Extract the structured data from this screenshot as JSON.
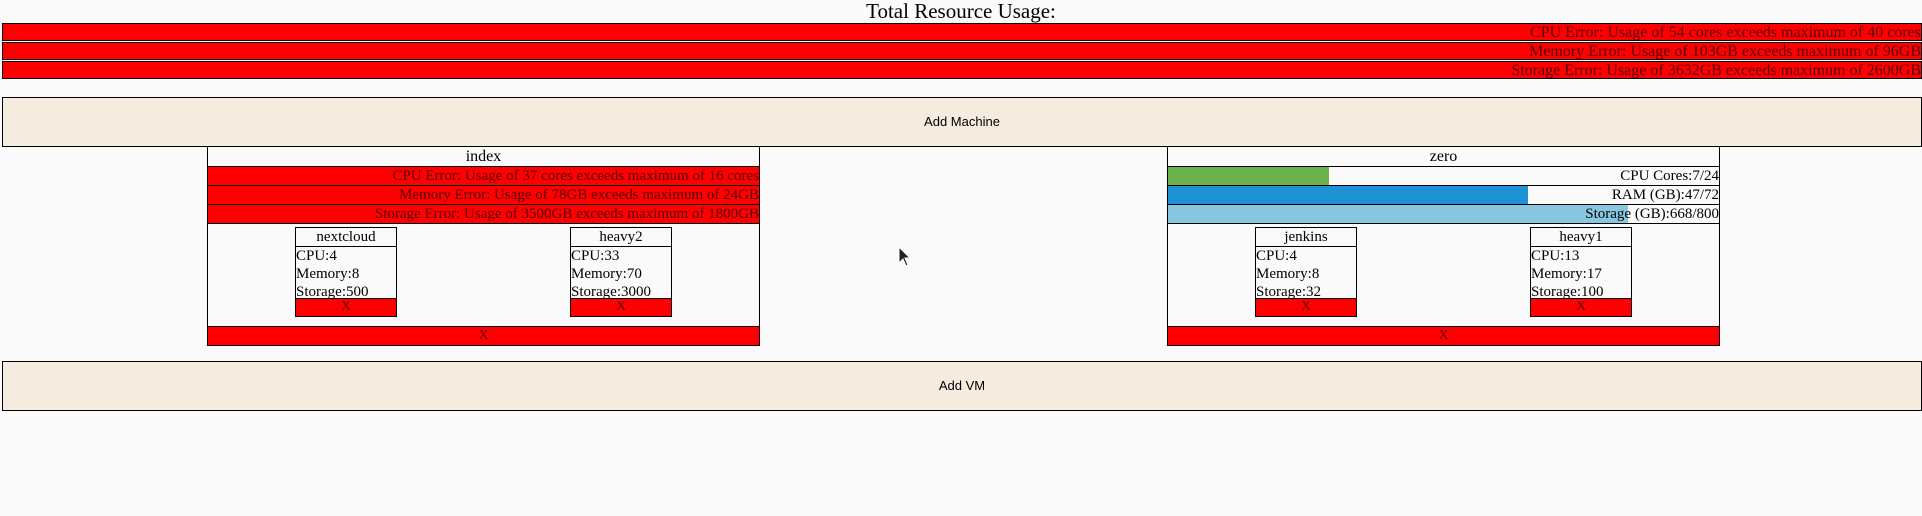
{
  "total": {
    "title": "Total Resource Usage:",
    "errors": [
      "CPU Error: Usage of 54 cores exceeds maximum of 40 cores",
      "Memory Error: Usage of 103GB exceeds maximum of 96GB",
      "Storage Error: Usage of 3632GB exceeds maximum of 2600GB"
    ]
  },
  "buttons": {
    "add_machine": "Add Machine",
    "add_vm": "Add VM"
  },
  "machines": [
    {
      "name": "index",
      "errors": [
        "CPU Error: Usage of 37 cores exceeds maximum of 16 cores",
        "Memory Error: Usage of 78GB exceeds maximum of 24GB",
        "Storage Error: Usage of 3500GB exceeds maximum of 1800GB"
      ],
      "vms": [
        {
          "name": "nextcloud",
          "cpu": "CPU:4",
          "memory": "Memory:8",
          "storage": "Storage:500",
          "remove": "X"
        },
        {
          "name": "heavy2",
          "cpu": "CPU:33",
          "memory": "Memory:70",
          "storage": "Storage:3000",
          "remove": "X"
        }
      ],
      "remove": "X"
    },
    {
      "name": "zero",
      "resources": [
        {
          "label": "CPU Cores:7/24",
          "used": 7,
          "max": 24,
          "color": "#6ab04c"
        },
        {
          "label": "RAM (GB):47/72",
          "used": 47,
          "max": 72,
          "color": "#1e90d6"
        },
        {
          "label": "Storage (GB):668/800",
          "used": 668,
          "max": 800,
          "color": "#87c8e0"
        }
      ],
      "vms": [
        {
          "name": "jenkins",
          "cpu": "CPU:4",
          "memory": "Memory:8",
          "storage": "Storage:32",
          "remove": "X"
        },
        {
          "name": "heavy1",
          "cpu": "CPU:13",
          "memory": "Memory:17",
          "storage": "Storage:100",
          "remove": "X"
        }
      ],
      "remove": "X"
    }
  ],
  "colors": {
    "error": "#ff0000",
    "button_bg": "#f5ebdf",
    "background": "#fafafa"
  }
}
